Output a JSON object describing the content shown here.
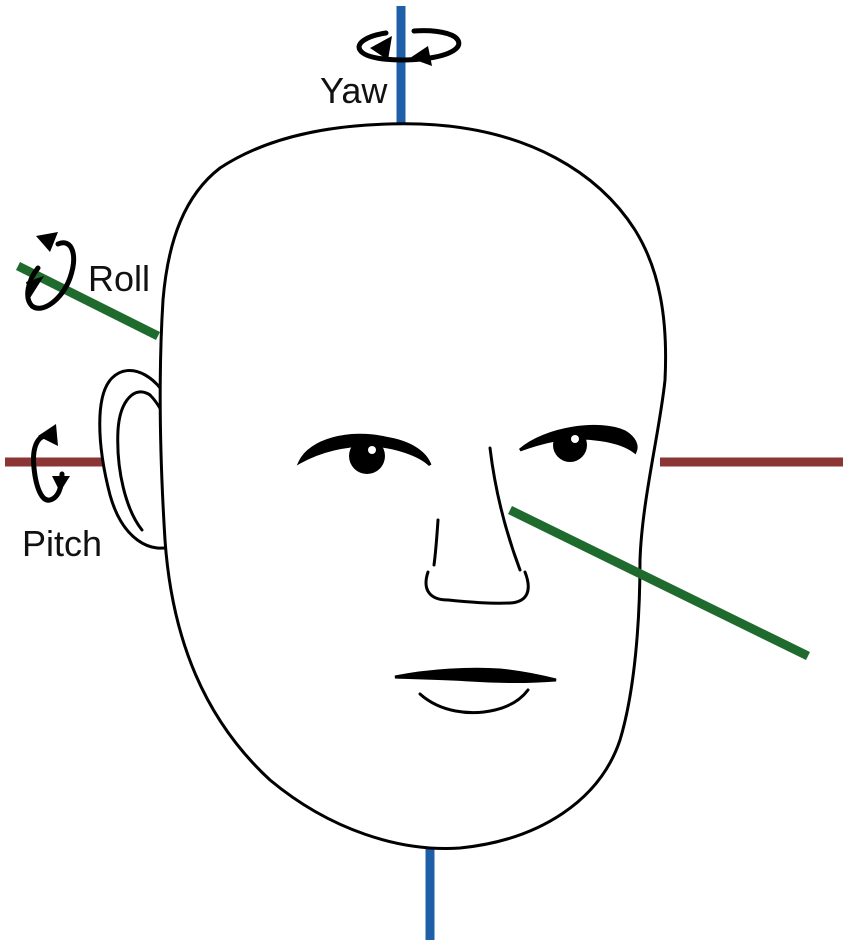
{
  "labels": {
    "yaw": "Yaw",
    "roll": "Roll",
    "pitch": "Pitch"
  },
  "colors": {
    "yaw_axis": "#1f5fa8",
    "roll_axis": "#1f6b2e",
    "pitch_axis": "#8b3535",
    "outline": "#000000",
    "background": "#ffffff"
  },
  "icons": {
    "yaw": "rotation-arrow-icon",
    "roll": "rotation-arrow-icon",
    "pitch": "rotation-arrow-icon"
  }
}
